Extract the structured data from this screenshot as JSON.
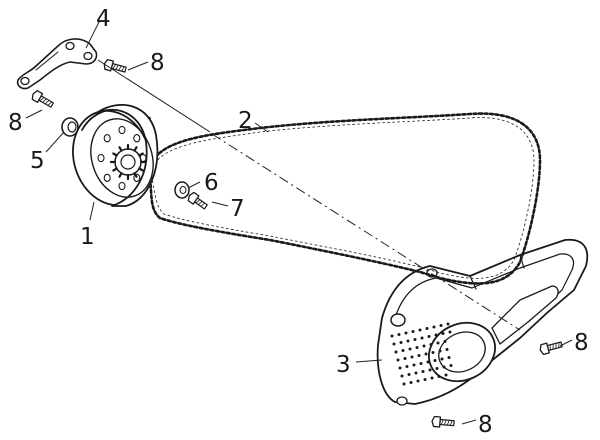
{
  "diagram": {
    "type": "exploded-parts-view",
    "line_color": "#1a1a1a",
    "background": "#ffffff",
    "callouts": [
      {
        "id": "clutch",
        "label": "1"
      },
      {
        "id": "chain",
        "label": "2"
      },
      {
        "id": "chain-guard",
        "label": "3"
      },
      {
        "id": "bracket",
        "label": "4"
      },
      {
        "id": "washer-large",
        "label": "5"
      },
      {
        "id": "washer-small",
        "label": "6"
      },
      {
        "id": "bolt-short",
        "label": "7"
      },
      {
        "id": "bolt-bracket",
        "label": "8"
      },
      {
        "id": "bolt-left",
        "label": "8"
      },
      {
        "id": "bolt-guard-right",
        "label": "8"
      },
      {
        "id": "bolt-guard-bottom",
        "label": "8"
      }
    ]
  }
}
